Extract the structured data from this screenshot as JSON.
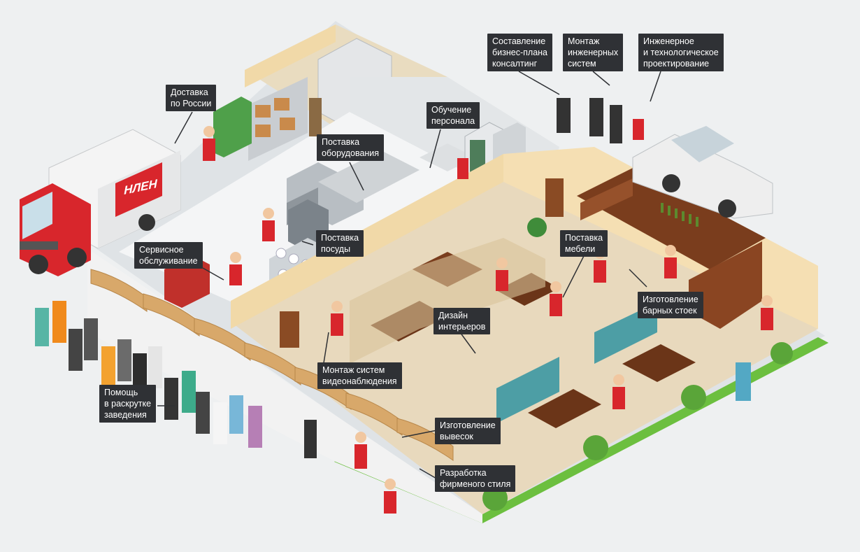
{
  "callouts": {
    "delivery_russia": "Доставка\nпо России",
    "business_plan": "Составление\nбизнес-плана\nконсалтинг",
    "engineering_systems": "Монтаж\nинженерных\nсистем",
    "engineering_design": "Инженерное\nи технологическое\nпроектирование",
    "staff_training": "Обучение\nперсонала",
    "equipment_supply": "Поставка\nоборудования",
    "service": "Сервисное\nобслуживание",
    "dishes_supply": "Поставка\nпосуды",
    "furniture_supply": "Поставка\nмебели",
    "bar_counters": "Изготовление\nбарных стоек",
    "interior_design": "Дизайн\nинтерьеров",
    "cctv": "Монтаж систем\nвидеонаблюдения",
    "promotion": "Помощь\nв раскрутке\nзаведения",
    "signs": "Изготовление\nвывесок",
    "corporate_style": "Разработка\nфирменого стиля"
  },
  "truck": {
    "logo_text": "НЛЕН"
  },
  "colors": {
    "callout_bg": "#2f3135",
    "accent_red": "#d8262c",
    "grass": "#6cbf3f",
    "wall": "#f1d9a8",
    "floor": "#e8d9bd"
  },
  "icons": [
    "delivery-truck-icon",
    "car-icon",
    "plant-icon",
    "staff-figure-icon"
  ]
}
